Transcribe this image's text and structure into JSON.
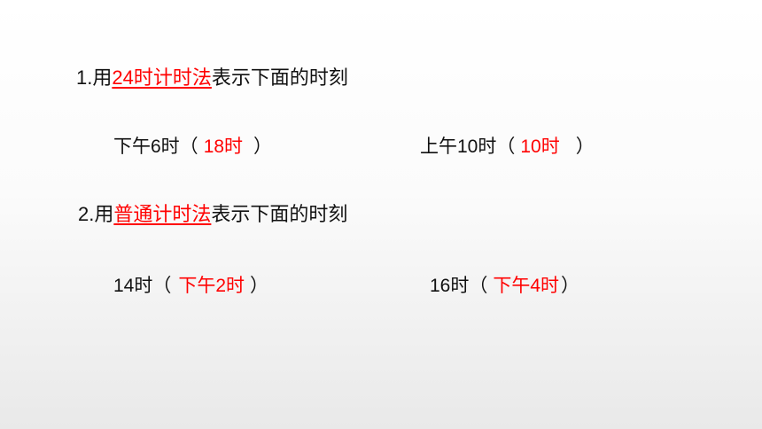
{
  "questions": [
    {
      "prefix": "1.用",
      "highlight": "24时计时法",
      "suffix": "表示下面的时刻",
      "items": [
        {
          "prompt": "下午6时（",
          "answer": "18时",
          "close": "）"
        },
        {
          "prompt": "上午10时（",
          "answer": "10时",
          "close": "）"
        }
      ]
    },
    {
      "prefix": "2.用",
      "highlight": "普通计时法",
      "suffix": "表示下面的时刻",
      "items": [
        {
          "prompt": "14时（",
          "answer": "下午2时",
          "close": "）"
        },
        {
          "prompt": "16时（",
          "answer": "下午4时",
          "close": "）"
        }
      ]
    }
  ],
  "colors": {
    "answer": "#ff0000",
    "text": "#111111"
  }
}
